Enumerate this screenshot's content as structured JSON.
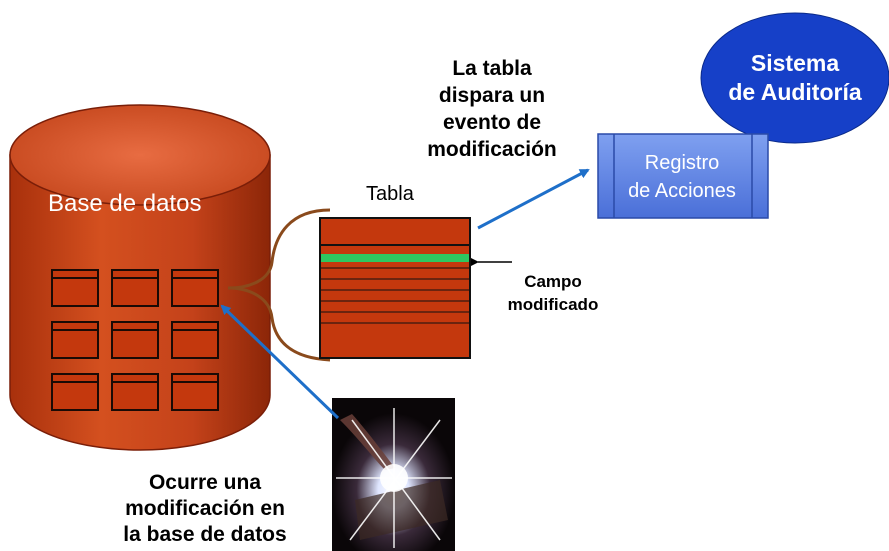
{
  "database": {
    "label": "Base de datos",
    "color_body": "#c8451a",
    "color_top": "#e0643a",
    "color_shadow": "#7a1e08"
  },
  "table": {
    "label": "Tabla",
    "color": "#c4380d",
    "highlight_color": "#2ec760"
  },
  "field_note": {
    "line1": "Campo",
    "line2": "modificado"
  },
  "trigger_note": {
    "line1": "La tabla",
    "line2": "dispara un",
    "line3": "evento de",
    "line4": "modificación"
  },
  "registry": {
    "line1": "Registro",
    "line2": "de Acciones",
    "color": "#5b82e6"
  },
  "audit_system": {
    "line1": "Sistema",
    "line2": "de Auditoría",
    "color": "#1640c8"
  },
  "event_note": {
    "line1": "Ocurre una",
    "line2": "modificación en",
    "line3": "la base de datos"
  },
  "arrow_color": "#1e6fc9",
  "brace_color": "#8a4a1c"
}
